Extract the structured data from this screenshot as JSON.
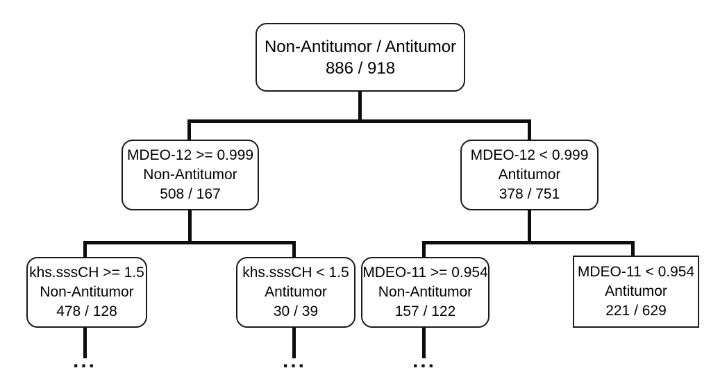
{
  "colors": {
    "background": "#ffffff",
    "box_border": "#1a1a1a",
    "connector": "#0d0d0d",
    "text": "#000000"
  },
  "tree": {
    "root": {
      "label": "Non-Antitumor / Antitumor",
      "counts": "886 / 918"
    },
    "level1": [
      {
        "condition": "MDEO-12 >= 0.999",
        "class_label": "Non-Antitumor",
        "counts": "508 / 167"
      },
      {
        "condition": "MDEO-12 < 0.999",
        "class_label": "Antitumor",
        "counts": "378 / 751"
      }
    ],
    "level2": [
      {
        "condition": "khs.sssCH >= 1.5",
        "class_label": "Non-Antitumor",
        "counts": "478 / 128"
      },
      {
        "condition": "khs.sssCH < 1.5",
        "class_label": "Antitumor",
        "counts": "30 / 39"
      },
      {
        "condition": "MDEO-11 >= 0.954",
        "class_label": "Non-Antitumor",
        "counts": "157 / 122"
      },
      {
        "condition": "MDEO-11 < 0.954",
        "class_label": "Antitumor",
        "counts": "221 / 629"
      }
    ],
    "continuation_marker": "..."
  }
}
